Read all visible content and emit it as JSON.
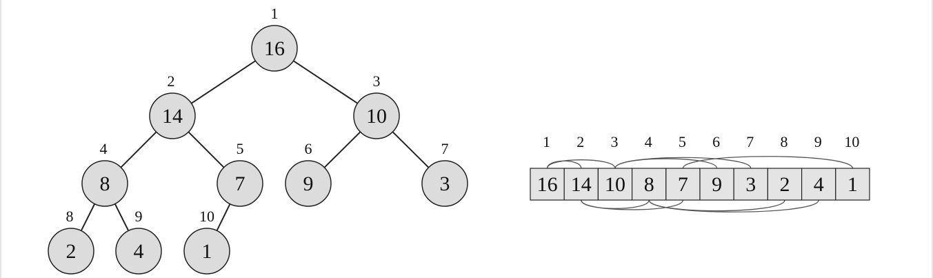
{
  "tree": {
    "nodes": [
      {
        "index": "1",
        "value": "16"
      },
      {
        "index": "2",
        "value": "14"
      },
      {
        "index": "3",
        "value": "10"
      },
      {
        "index": "4",
        "value": "8"
      },
      {
        "index": "5",
        "value": "7"
      },
      {
        "index": "6",
        "value": "9"
      },
      {
        "index": "7",
        "value": "3"
      },
      {
        "index": "8",
        "value": "2"
      },
      {
        "index": "9",
        "value": "4"
      },
      {
        "index": "10",
        "value": "1"
      }
    ],
    "edges": [
      [
        1,
        2
      ],
      [
        1,
        3
      ],
      [
        2,
        4
      ],
      [
        2,
        5
      ],
      [
        3,
        6
      ],
      [
        3,
        7
      ],
      [
        4,
        8
      ],
      [
        4,
        9
      ],
      [
        5,
        10
      ]
    ]
  },
  "array": {
    "indices": [
      "1",
      "2",
      "3",
      "4",
      "5",
      "6",
      "7",
      "8",
      "9",
      "10"
    ],
    "values": [
      "16",
      "14",
      "10",
      "8",
      "7",
      "9",
      "3",
      "2",
      "4",
      "1"
    ],
    "arcs_above": [
      [
        1,
        2
      ],
      [
        1,
        3
      ],
      [
        3,
        6
      ],
      [
        3,
        7
      ],
      [
        5,
        10
      ]
    ],
    "arcs_below": [
      [
        2,
        4
      ],
      [
        2,
        5
      ],
      [
        4,
        8
      ],
      [
        4,
        9
      ]
    ]
  },
  "colors": {
    "node_fill": "#dcdcdc",
    "cell_fill": "#e4e4e4",
    "stroke": "#222222",
    "arc": "#555555"
  }
}
